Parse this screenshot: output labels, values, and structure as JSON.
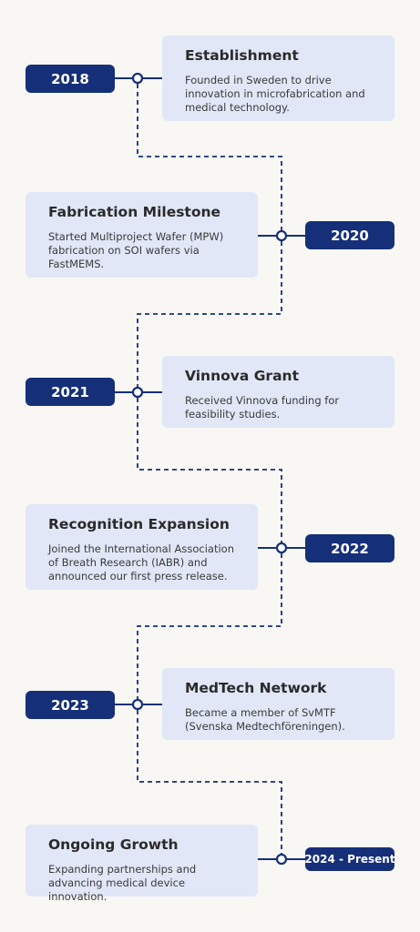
{
  "timeline": {
    "milestones": [
      {
        "year": "2018",
        "title": "Establishment",
        "description": "Founded in Sweden to drive innovation in microfabrication and medical technology."
      },
      {
        "year": "2020",
        "title": "Fabrication Milestone",
        "description": "Started Multiproject Wafer (MPW) fabrication on SOI wafers via FastMEMS."
      },
      {
        "year": "2021",
        "title": "Vinnova Grant",
        "description": "Received Vinnova funding for feasibility studies."
      },
      {
        "year": "2022",
        "title": "Recognition Expansion",
        "description": "Joined the International Association of Breath Research (IABR) and announced our first press release."
      },
      {
        "year": "2023",
        "title": "MedTech Network",
        "description": "Became a member of SvMTF (Svenska Medtechföreningen)."
      },
      {
        "year": "2024 - Present",
        "title": "Ongoing Growth",
        "description": "Expanding partnerships and advancing medical device innovation."
      }
    ]
  },
  "colors": {
    "background": "#f9f7f4",
    "accent": "#152f79",
    "card": "#e1e7f7"
  }
}
